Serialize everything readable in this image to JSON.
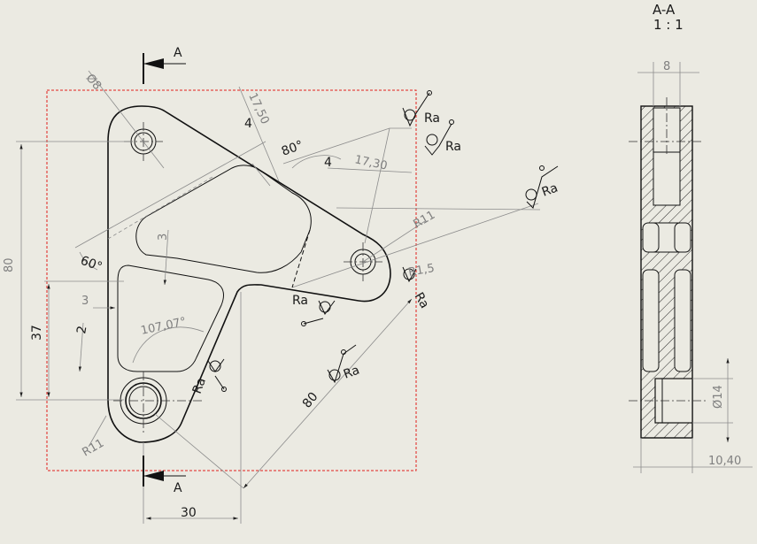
{
  "section": {
    "title": "A-A",
    "scale": "1 : 1"
  },
  "cut_marks": {
    "top_label": "A",
    "bottom_label": "A"
  },
  "dimensions": {
    "hole_dia_top": "Ø8",
    "thickness_top": "17,50",
    "rib_top": "4",
    "angle_80": "80°",
    "rib_mid": "4",
    "dist_17_30": "17,30",
    "r11_right": "R11",
    "r1_right": "R1,5",
    "angle_60": "60°",
    "wall_3_vertical": "3",
    "wall_3_horizontal": "3",
    "angle_107": "107,07°",
    "wall_2": "2",
    "height_80": "80",
    "height_37": "37",
    "r11_bottom": "R11",
    "diag_80": "80",
    "width_30": "30",
    "section_width_8": "8",
    "section_dia_14": "Ø14",
    "section_depth": "10,40"
  },
  "surface_finish": {
    "symbols": [
      "Ra",
      "Ra",
      "Ra",
      "Ra",
      "Ra",
      "Ra",
      "Ra"
    ]
  },
  "colors": {
    "background": "#ebeae2",
    "line": "#111111",
    "dimension": "#8c8c8c",
    "view_boundary": "#e0201c"
  }
}
